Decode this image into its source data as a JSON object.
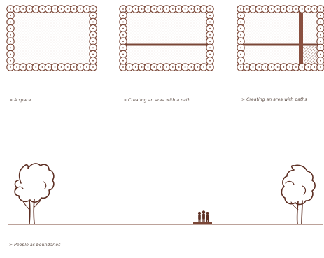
{
  "colors": {
    "ink": "#7a4636",
    "ink_dark": "#5e3024",
    "stipple": "#c4a79a",
    "caption": "#5a4a42"
  },
  "panels": [
    {
      "caption": "> A space",
      "paths": "none"
    },
    {
      "caption": "> Creating an area with a path",
      "paths": "one-horizontal"
    },
    {
      "caption": "> Creating an area with paths",
      "paths": "cross"
    }
  ],
  "scene": {
    "caption": "> People as boundaries",
    "elements": [
      "tree-left",
      "people-group",
      "tree-right",
      "ground-line"
    ]
  }
}
